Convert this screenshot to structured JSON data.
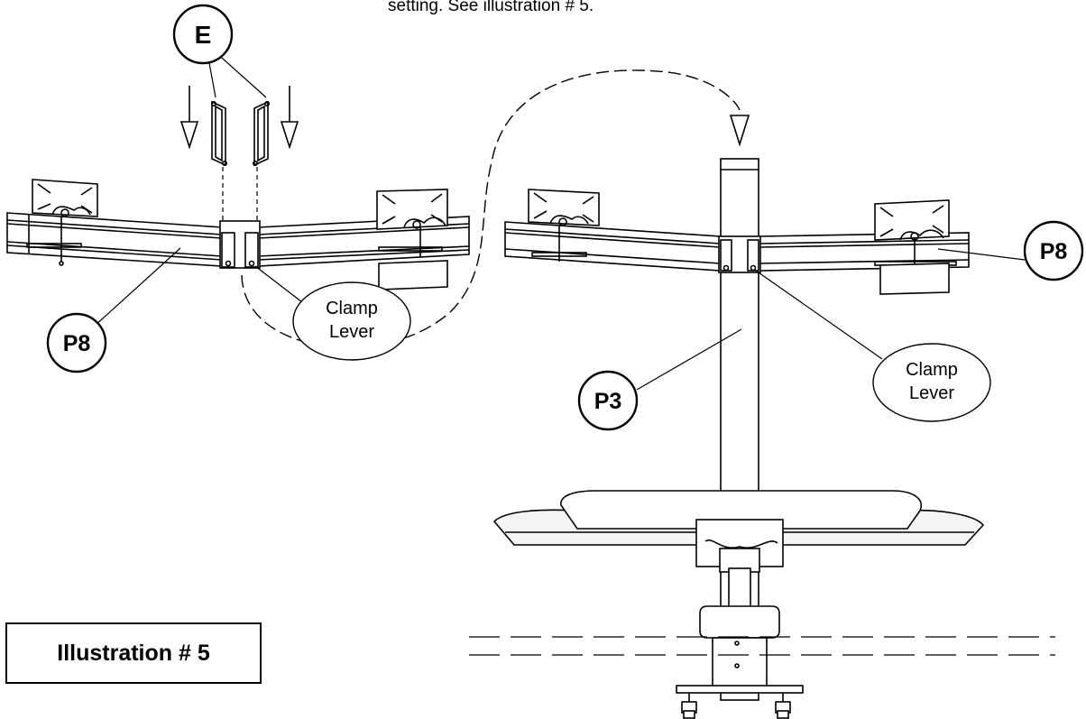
{
  "caption_fragment": "setting.  See illustration # 5.",
  "illustration_label": "Illustration  # 5",
  "callouts": {
    "part_e": "E",
    "part_p8_left": "P8",
    "part_p8_right": "P8",
    "part_p3": "P3",
    "clamp_lever_left_line1": "Clamp",
    "clamp_lever_left_line2": "Lever",
    "clamp_lever_right_line1": "Clamp",
    "clamp_lever_right_line2": "Lever"
  },
  "colors": {
    "ink": "#000000",
    "paper": "#ffffff",
    "shelf_fill": "#f4f4f4"
  }
}
